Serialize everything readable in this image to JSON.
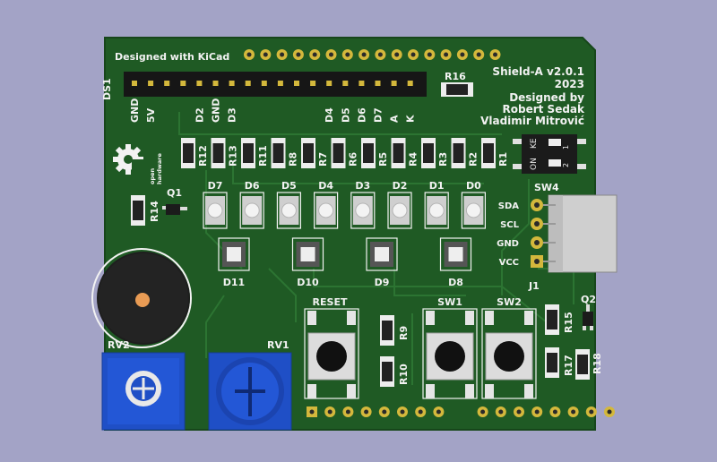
{
  "board": {
    "top_left_text": "Designed with KiCad",
    "header_ref": "DS1",
    "title": "Shield-A v2.0.1",
    "year": "2023",
    "designed_by": "Designed by",
    "author1": "Robert Sedak",
    "author2": "Vladimir Mitrović",
    "oshw_text1": "open",
    "oshw_text2": "hardware",
    "colors": {
      "pcb": "#1f5a24",
      "silk": "#f2f2f2",
      "pad": "#d4b83c",
      "plastic": "#1e1e1e",
      "trimmer": "#1f4fc6"
    }
  },
  "header_pins": [
    {
      "label": "GND"
    },
    {
      "label": "5V"
    },
    {
      "label": ""
    },
    {
      "label": ""
    },
    {
      "label": "D2"
    },
    {
      "label": "GND"
    },
    {
      "label": "D3"
    },
    {
      "label": ""
    },
    {
      "label": ""
    },
    {
      "label": ""
    },
    {
      "label": ""
    },
    {
      "label": ""
    },
    {
      "label": "D4"
    },
    {
      "label": "D5"
    },
    {
      "label": "D6"
    },
    {
      "label": "D7"
    },
    {
      "label": "A"
    },
    {
      "label": "K"
    }
  ],
  "resistors_top": [
    "R12",
    "R13",
    "R11",
    "R8",
    "R7",
    "R6",
    "R5",
    "R4",
    "R3",
    "R2",
    "R1"
  ],
  "leds_top": [
    "D7",
    "D6",
    "D5",
    "D4",
    "D3",
    "D2",
    "D1",
    "D0"
  ],
  "leds_bottom": [
    "D11",
    "D10",
    "D9",
    "D8"
  ],
  "misc": {
    "r14": "R14",
    "q1": "Q1",
    "r16": "R16",
    "sw4": "SW4",
    "dip_on": "ON",
    "dip_ke": "KE",
    "dip_1": "1",
    "dip_2": "2",
    "j1": "J1",
    "j1_pins": [
      "SDA",
      "SCL",
      "GND",
      "VCC"
    ],
    "reset": "RESET",
    "sw1": "SW1",
    "sw2": "SW2",
    "r9": "R9",
    "r10": "R10",
    "r15": "R15",
    "r17": "R17",
    "r18": "R18",
    "q2": "Q2",
    "rv1": "RV1",
    "rv2": "RV2"
  }
}
